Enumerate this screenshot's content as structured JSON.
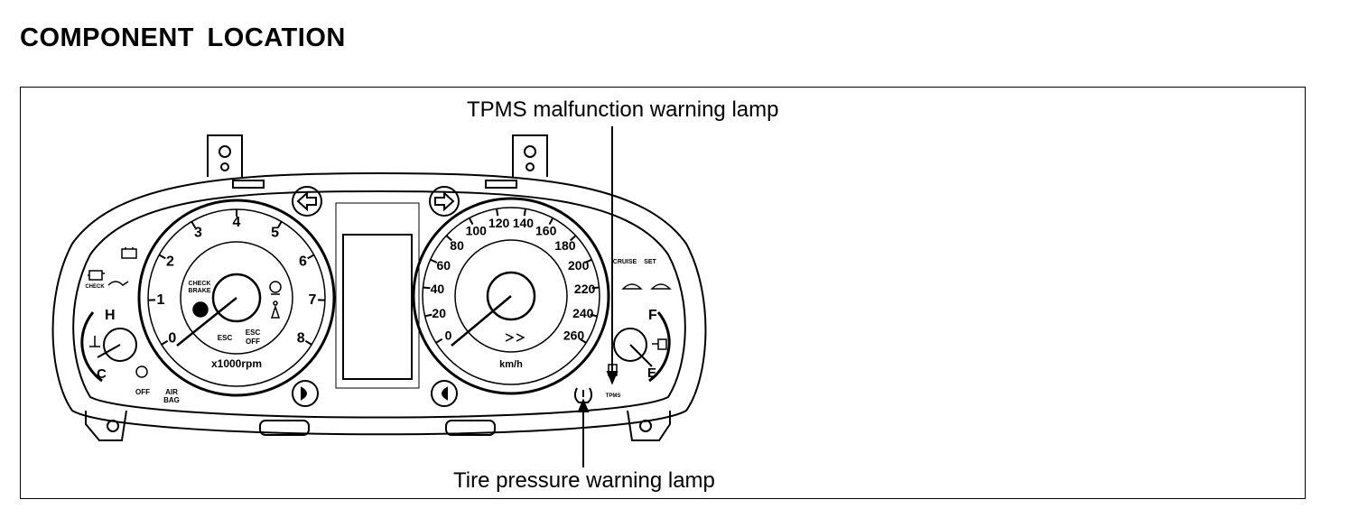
{
  "heading": "COMPONENT  LOCATION",
  "callouts": {
    "tpms_malfunction": "TPMS malfunction warning lamp",
    "tire_pressure": "Tire pressure warning lamp"
  },
  "tachometer": {
    "numbers": [
      "0",
      "1",
      "2",
      "3",
      "4",
      "5",
      "6",
      "7",
      "8"
    ],
    "unit": "x1000rpm",
    "esc": "ESC",
    "esc_off": [
      "ESC",
      "OFF"
    ],
    "check_brake": [
      "CHECK",
      "BRAKE"
    ]
  },
  "speedometer": {
    "numbers": [
      "0",
      "20",
      "40",
      "60",
      "80",
      "100",
      "120",
      "140",
      "160",
      "180",
      "200",
      "220",
      "240",
      "260"
    ],
    "unit": "km/h"
  },
  "temp_gauge": {
    "hot": "H",
    "cold": "C"
  },
  "fuel_gauge": {
    "full": "F",
    "empty": "E"
  },
  "indicators": {
    "cruise": "CRUISE",
    "set": "SET",
    "tpms": "TPMS",
    "airbag": [
      "AIR",
      "BAG"
    ],
    "off": "OFF",
    "check": "CHECK"
  }
}
